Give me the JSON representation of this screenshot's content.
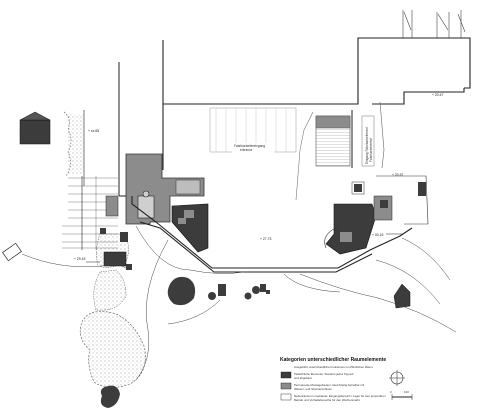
{
  "plan": {
    "entrance_label_1": "Fabrikarbeitereingang",
    "entrance_label_2": "entrance",
    "side_label_1": "Eingang Fabrikarbeiterhof",
    "side_label_2": "Fabrikarbeiterhof",
    "levels": {
      "top_right": "+ 20.47",
      "left_upper": "+ xx.65",
      "right_mid": "+ 20.57",
      "center": "+ 27.73",
      "right_lower": "+ 00.15",
      "left_lower": "+ 29.43"
    }
  },
  "legend": {
    "title": "Kategorien unterschiedlicher Raumelemente",
    "subtitle": "Ausgeführt unterschiedliche Funktionen im öffentlichen Raum",
    "items": [
      {
        "text_1": "Tatsächliche Elemente: Standort jedes Tag auf",
        "text_2": "und abgebaut",
        "swatch": "#3c3c3c"
      },
      {
        "text_1": "Permanente Montagebauten: Gleichzeitig betretbar mit",
        "text_2": "Wasser- und Stromanschluss",
        "swatch": "#8c8c8c"
      },
      {
        "text_1": "Nebenräume im Gebäude: Eingangsbereich / Lager für den temporären",
        "text_2": "Betrieb und Vorhaltebereiche für den Wochenmarkt",
        "swatch": "#ffffff"
      }
    ],
    "scale_zero": "0",
    "scale_end": "100"
  },
  "colors": {
    "dark": "#3c3c3c",
    "mid": "#8c8c8c",
    "line": "#222222"
  }
}
